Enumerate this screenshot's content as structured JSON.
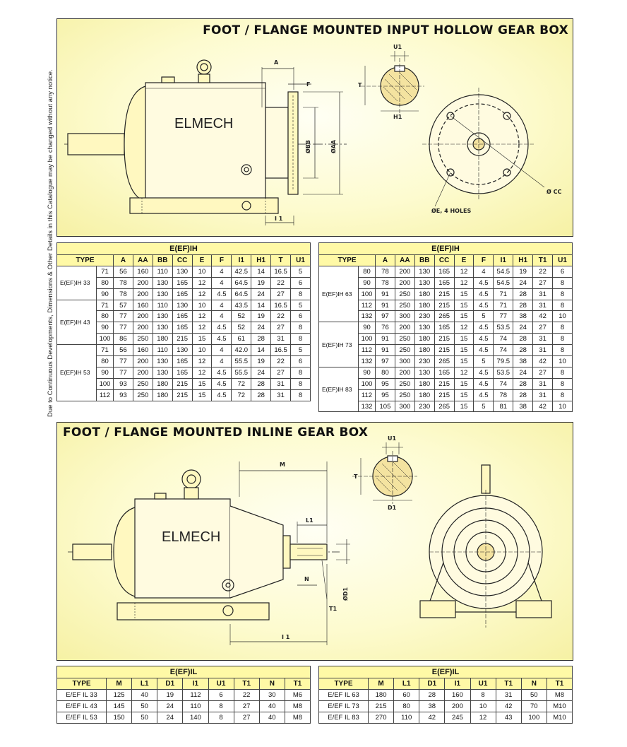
{
  "side_note": "Due to Continuous Developments, Dimensions & Other Details in this Catalogue may be changed without any notice.",
  "hollow": {
    "title": "FOOT / FLANGE MOUNTED INPUT HOLLOW GEAR BOX",
    "brand": "ELMECH",
    "labels": {
      "A": "A",
      "F": "F",
      "BB": "ØBB",
      "AA": "ØAA",
      "I1": "I 1",
      "U1": "U1",
      "T": "T",
      "H1": "H1",
      "CC": "Ø CC",
      "E": "ØE, 4 HOLES"
    }
  },
  "ih_table_left": {
    "caption": "E(EF)IH",
    "headers": [
      "TYPE",
      "A",
      "AA",
      "BB",
      "CC",
      "E",
      "F",
      "I1",
      "H1",
      "T",
      "U1"
    ],
    "groups": [
      {
        "name": "E(EF)IH 33",
        "rows": [
          [
            "71",
            "56",
            "160",
            "110",
            "130",
            "10",
            "4",
            "42.5",
            "14",
            "16.5",
            "5"
          ],
          [
            "80",
            "78",
            "200",
            "130",
            "165",
            "12",
            "4",
            "64.5",
            "19",
            "22",
            "6"
          ],
          [
            "90",
            "78",
            "200",
            "130",
            "165",
            "12",
            "4.5",
            "64.5",
            "24",
            "27",
            "8"
          ]
        ]
      },
      {
        "name": "E(EF)IH 43",
        "rows": [
          [
            "71",
            "57",
            "160",
            "110",
            "130",
            "10",
            "4",
            "43.5",
            "14",
            "16.5",
            "5"
          ],
          [
            "80",
            "77",
            "200",
            "130",
            "165",
            "12",
            "4",
            "52",
            "19",
            "22",
            "6"
          ],
          [
            "90",
            "77",
            "200",
            "130",
            "165",
            "12",
            "4.5",
            "52",
            "24",
            "27",
            "8"
          ],
          [
            "100",
            "86",
            "250",
            "180",
            "215",
            "15",
            "4.5",
            "61",
            "28",
            "31",
            "8"
          ]
        ]
      },
      {
        "name": "E(EF)IH 53",
        "rows": [
          [
            "71",
            "56",
            "160",
            "110",
            "130",
            "10",
            "4",
            "42.0",
            "14",
            "16.5",
            "5"
          ],
          [
            "80",
            "77",
            "200",
            "130",
            "165",
            "12",
            "4",
            "55.5",
            "19",
            "22",
            "6"
          ],
          [
            "90",
            "77",
            "200",
            "130",
            "165",
            "12",
            "4.5",
            "55.5",
            "24",
            "27",
            "8"
          ],
          [
            "100",
            "93",
            "250",
            "180",
            "215",
            "15",
            "4.5",
            "72",
            "28",
            "31",
            "8"
          ],
          [
            "112",
            "93",
            "250",
            "180",
            "215",
            "15",
            "4.5",
            "72",
            "28",
            "31",
            "8"
          ]
        ]
      }
    ]
  },
  "ih_table_right": {
    "caption": "E(EF)IH",
    "headers": [
      "TYPE",
      "A",
      "AA",
      "BB",
      "CC",
      "E",
      "F",
      "I1",
      "H1",
      "T1",
      "U1"
    ],
    "groups": [
      {
        "name": "E(EF)IH 63",
        "rows": [
          [
            "80",
            "78",
            "200",
            "130",
            "165",
            "12",
            "4",
            "54.5",
            "19",
            "22",
            "6"
          ],
          [
            "90",
            "78",
            "200",
            "130",
            "165",
            "12",
            "4.5",
            "54.5",
            "24",
            "27",
            "8"
          ],
          [
            "100",
            "91",
            "250",
            "180",
            "215",
            "15",
            "4.5",
            "71",
            "28",
            "31",
            "8"
          ],
          [
            "112",
            "91",
            "250",
            "180",
            "215",
            "15",
            "4.5",
            "71",
            "28",
            "31",
            "8"
          ],
          [
            "132",
            "97",
            "300",
            "230",
            "265",
            "15",
            "5",
            "77",
            "38",
            "42",
            "10"
          ]
        ]
      },
      {
        "name": "E(EF)IH 73",
        "rows": [
          [
            "90",
            "76",
            "200",
            "130",
            "165",
            "12",
            "4.5",
            "53.5",
            "24",
            "27",
            "8"
          ],
          [
            "100",
            "91",
            "250",
            "180",
            "215",
            "15",
            "4.5",
            "74",
            "28",
            "31",
            "8"
          ],
          [
            "112",
            "91",
            "250",
            "180",
            "215",
            "15",
            "4.5",
            "74",
            "28",
            "31",
            "8"
          ],
          [
            "132",
            "97",
            "300",
            "230",
            "265",
            "15",
            "5",
            "79.5",
            "38",
            "42",
            "10"
          ]
        ]
      },
      {
        "name": "E(EF)IH 83",
        "rows": [
          [
            "90",
            "80",
            "200",
            "130",
            "165",
            "12",
            "4.5",
            "53.5",
            "24",
            "27",
            "8"
          ],
          [
            "100",
            "95",
            "250",
            "180",
            "215",
            "15",
            "4.5",
            "74",
            "28",
            "31",
            "8"
          ],
          [
            "112",
            "95",
            "250",
            "180",
            "215",
            "15",
            "4.5",
            "78",
            "28",
            "31",
            "8"
          ],
          [
            "132",
            "105",
            "300",
            "230",
            "265",
            "15",
            "5",
            "81",
            "38",
            "42",
            "10"
          ]
        ]
      }
    ]
  },
  "inline": {
    "title": "FOOT / FLANGE MOUNTED INLINE GEAR BOX",
    "brand": "ELMECH",
    "labels": {
      "M": "M",
      "L1": "L1",
      "N": "N",
      "D1": "ØD1",
      "T1": "T1",
      "I1": "I 1",
      "U1": "U1",
      "T": "T",
      "Dk": "D1"
    }
  },
  "il_table_left": {
    "caption": "E(EF)IL",
    "headers": [
      "TYPE",
      "M",
      "L1",
      "D1",
      "I1",
      "U1",
      "T1",
      "N",
      "T1"
    ],
    "rows": [
      [
        "E/EF IL 33",
        "125",
        "40",
        "19",
        "112",
        "6",
        "22",
        "30",
        "M6"
      ],
      [
        "E/EF IL 43",
        "145",
        "50",
        "24",
        "110",
        "8",
        "27",
        "40",
        "M8"
      ],
      [
        "E/EF IL 53",
        "150",
        "50",
        "24",
        "140",
        "8",
        "27",
        "40",
        "M8"
      ]
    ]
  },
  "il_table_right": {
    "caption": "E(EF)IL",
    "headers": [
      "TYPE",
      "M",
      "L1",
      "D1",
      "I1",
      "U1",
      "T1",
      "N",
      "T1"
    ],
    "rows": [
      [
        "E/EF IL 63",
        "180",
        "60",
        "28",
        "160",
        "8",
        "31",
        "50",
        "M8"
      ],
      [
        "E/EF IL 73",
        "215",
        "80",
        "38",
        "200",
        "10",
        "42",
        "70",
        "M10"
      ],
      [
        "E/EF IL 83",
        "270",
        "110",
        "42",
        "245",
        "12",
        "43",
        "100",
        "M10"
      ]
    ]
  }
}
